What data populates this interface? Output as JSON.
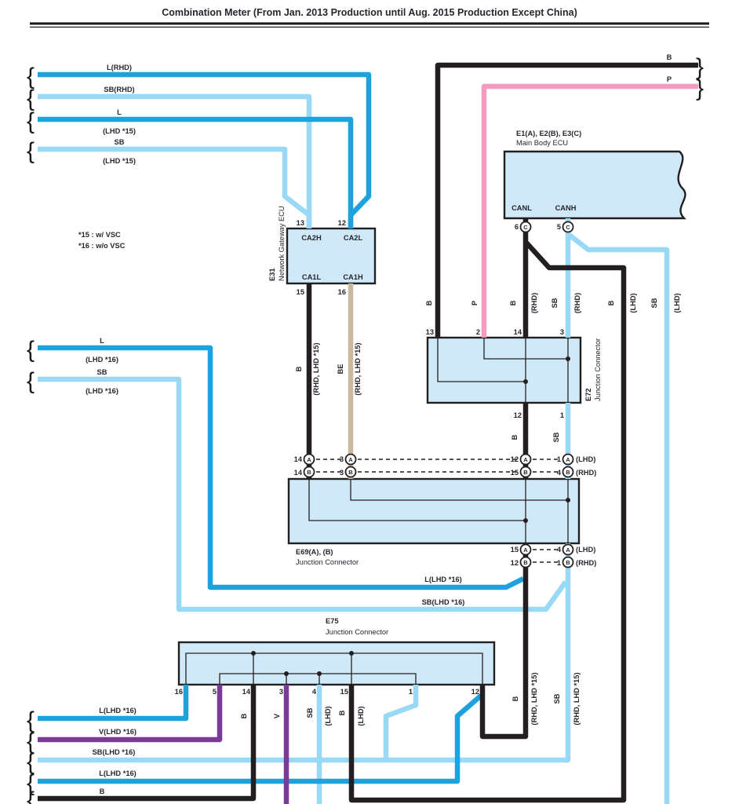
{
  "title": "Combination Meter (From Jan. 2013 Production until Aug. 2015 Production Except China)",
  "notes": {
    "n15": "*15 : w/ VSC",
    "n16": "*16 : w/o VSC"
  },
  "glyphs": {
    "brace_left": "{",
    "brace_right": "}"
  },
  "colors": {
    "wire_black": "#231F20",
    "wire_light_blue": "#99D9F6",
    "wire_dark_blue": "#1CA2DD",
    "wire_pink": "#F49BC1",
    "wire_purple": "#7A3B96",
    "wire_beige": "#C9B7A0",
    "connector_fill": "#CFE9F8",
    "text": "#26262E"
  },
  "labels": {
    "l_rhd": "L(RHD)",
    "sb_rhd": "SB(RHD)",
    "l": "L",
    "sb": "SB",
    "b": "B",
    "p": "P",
    "be": "BE",
    "v": "V",
    "lhd15": "(LHD *15)",
    "lhd16": "(LHD *16)",
    "rhd": "(RHD)",
    "lhd": "(LHD)",
    "rhd_lhd15": "(RHD, LHD *15)",
    "l_lhd16": "L(LHD *16)",
    "sb_lhd16": "SB(LHD *16)",
    "v_lhd16": "V(LHD *16)"
  },
  "e31": {
    "id": "E31",
    "name": "Network Gateway ECU",
    "pin13": "13",
    "pin12": "12",
    "pin15": "15",
    "pin16": "16",
    "ca2h": "CA2H",
    "ca2l": "CA2L",
    "ca1l": "CA1L",
    "ca1h": "CA1H"
  },
  "mbe": {
    "id": "E1(A), E2(B), E3(C)",
    "name": "Main Body ECU",
    "canl": "CANL",
    "canh": "CANH",
    "pin6": "6",
    "pin5": "5",
    "letter": "C"
  },
  "e72": {
    "id": "E72",
    "name": "Junction Connector",
    "t13": "13",
    "t2": "2",
    "t14": "14",
    "t3": "3",
    "b12": "12",
    "b1": "1"
  },
  "e69": {
    "id": "E69(A), (B)",
    "name": "Junction Connector",
    "letterA": "A",
    "letterB": "B",
    "ta": [
      "14",
      "3",
      "12",
      "1"
    ],
    "tb": [
      "14",
      "3",
      "15",
      "4"
    ],
    "ba": [
      "15",
      "4"
    ],
    "bb": [
      "12",
      "1"
    ],
    "lhd": "(LHD)",
    "rhd": "(RHD)"
  },
  "e75": {
    "id": "E75",
    "name": "Junction Connector",
    "pins": [
      "16",
      "5",
      "14",
      "3",
      "4",
      "15",
      "1",
      "12"
    ]
  }
}
